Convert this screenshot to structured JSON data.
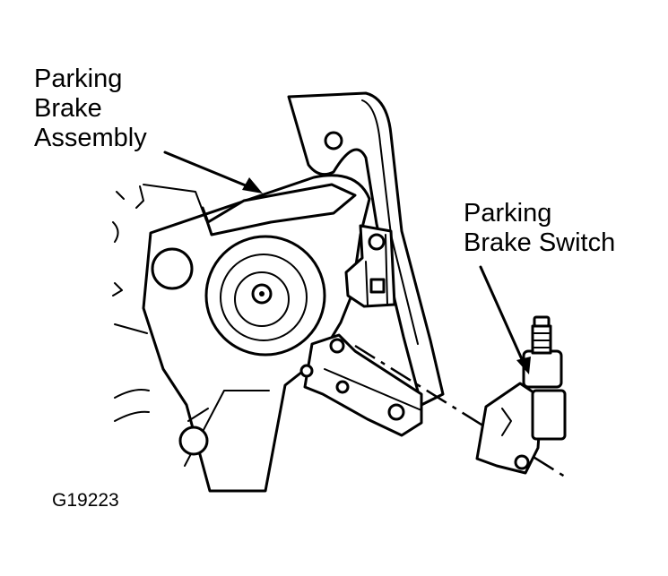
{
  "labels": {
    "assembly": [
      "Parking",
      "Brake",
      "Assembly"
    ],
    "switch": [
      "Parking",
      "Brake Switch"
    ]
  },
  "figure_code": "G19223",
  "colors": {
    "ink": "#000000",
    "paper": "#ffffff"
  }
}
